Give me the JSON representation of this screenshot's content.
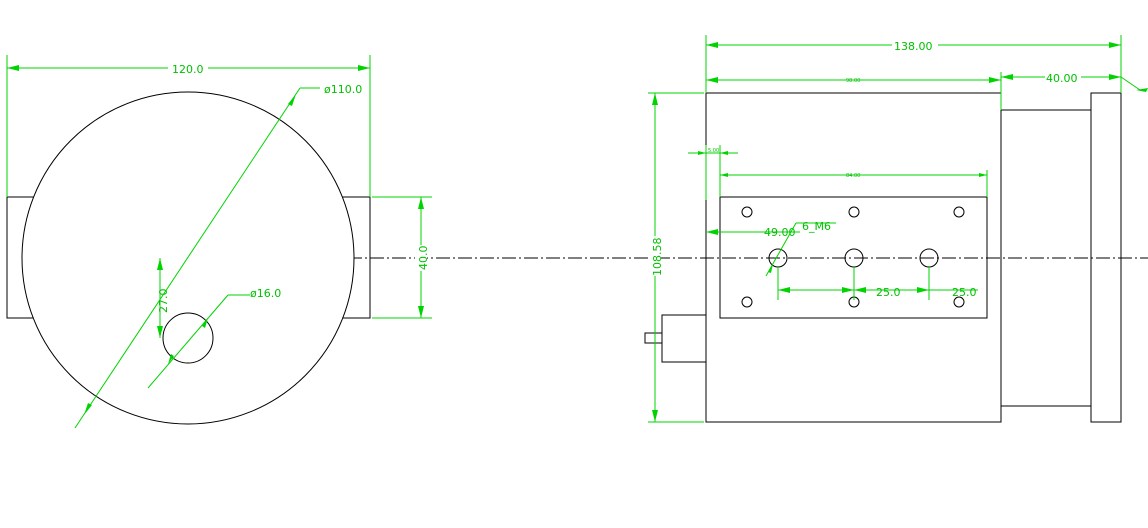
{
  "front_view": {
    "width_dim": "120.0",
    "diameter_dim": "ø110.0",
    "height_dim": "40.0",
    "offset_dim": "27.0",
    "hole_dim": "ø16.0"
  },
  "side_view": {
    "total_length_dim": "138.00",
    "body_length_dim": "98.00",
    "flange_length_dim": "40.00",
    "height_dim": "108.58",
    "small_offset_dim": "5.00",
    "plate_width_dim": "84.00",
    "hole_spacing_dim": "49.00",
    "thread_label": "6_M6",
    "spacing_a_dim": "25.0",
    "spacing_b_dim": "25.0"
  }
}
